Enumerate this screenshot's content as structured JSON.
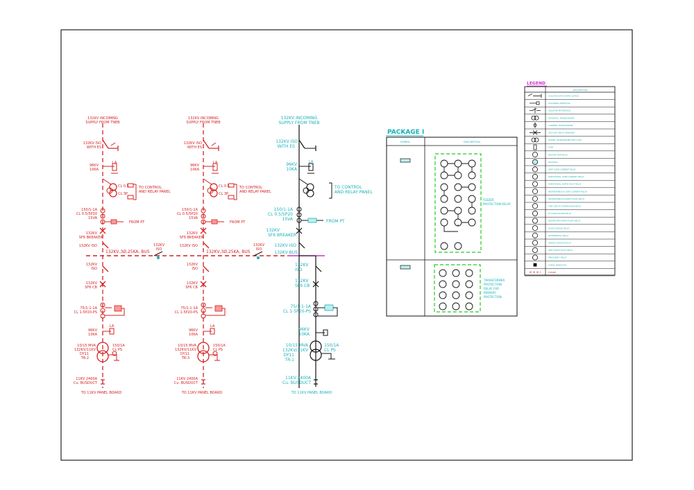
{
  "bays": [
    {
      "color": "#d42020",
      "incoming": [
        "132KV INCOMING",
        "SUPPLY FROM TNEB"
      ],
      "iso_es": [
        "132KV ISO",
        "WITH ES"
      ],
      "la": [
        "96KV",
        "10KA"
      ],
      "la_tag": "LA",
      "pt": [
        "CL 0.5",
        "CL 3P"
      ],
      "pt_to": [
        "TO CONTROL",
        "AND RELAY PANEL"
      ],
      "ct_in": [
        "150/1-1A",
        "CL 0.5/5P20",
        "15VA"
      ],
      "from_pt": "FROM PT",
      "breaker": [
        "132KV",
        "SF6 BREAKER"
      ],
      "iso1": "132KV ISO",
      "bus": "132KV,3Ø,25KA, BUS",
      "bus_iso": [
        "132KV",
        "ISO"
      ],
      "iso2": [
        "132KV",
        "ISO"
      ],
      "cb2": [
        "132KV",
        "SF6 CB"
      ],
      "ct_out": [
        "75/1-1-1A",
        "CL 1-5P20-PS"
      ],
      "la2": [
        "96KV",
        "10KA"
      ],
      "la2_tag": "LA",
      "tr": [
        "10/15 MVA",
        "132KV/11KV",
        "DY11",
        "TR-2"
      ],
      "ngr": [
        "150/1A",
        "CL PS"
      ],
      "busduct": [
        "11KV 2400A",
        "Cu. BUSDUCT"
      ],
      "to_panel": "TO 11KV PANEL BOARD"
    },
    {
      "color": "#d42020",
      "incoming": [
        "132KV INCOMING",
        "SUPPLY FROM TNEB"
      ],
      "iso_es": [
        "132KV ISO",
        "WITH ES"
      ],
      "la": [
        "96KV",
        "10KA"
      ],
      "la_tag": "LA",
      "pt": [
        "CL 0.5",
        "CL 3P"
      ],
      "pt_to": [
        "TO CONTROL",
        "AND RELAY PANEL"
      ],
      "ct_in": [
        "150/1-1A",
        "CL 0.5/5P20",
        "15VA"
      ],
      "from_pt": "FROM PT",
      "breaker": [
        "132KV",
        "SF6 BREAKER"
      ],
      "iso1": "132KV ISO",
      "bus": "132KV,3Ø,25KA, BUS",
      "bus_iso": [
        "132KV",
        "ISO"
      ],
      "iso2": [
        "132KV",
        "ISO"
      ],
      "cb2": [
        "132KV",
        "SF6 CB"
      ],
      "ct_out": [
        "75/1-1-1A",
        "CL 1-5P20-PS"
      ],
      "la2": [
        "96KV",
        "10KA"
      ],
      "la2_tag": "LA",
      "tr": [
        "10/15 MVA",
        "132KV/11KV",
        "DY11",
        "TR-3"
      ],
      "ngr": [
        "150/1A",
        "CL PS"
      ],
      "busduct": [
        "11KV 2400A",
        "Cu. BUSDUCT"
      ],
      "to_panel": "TO 11KV PANEL BOARD"
    },
    {
      "color": "#1ab0b8",
      "incoming": [
        "132KV INCOMING",
        "SUPPLY FROM TNEB"
      ],
      "iso_es": [
        "132KV ISO",
        "WITH ES"
      ],
      "la": [
        "96KV",
        "10KA"
      ],
      "la_tag": "LA",
      "pt": [
        "",
        ""
      ],
      "pt_to": [
        "TO CONTROL",
        "AND RELAY PANEL"
      ],
      "ct_in": [
        "150/1-1A",
        "CL 0.5/5P20",
        "15VA"
      ],
      "from_pt": "FROM PT",
      "breaker": [
        "132KV",
        "SF6 BREAKER"
      ],
      "iso1": "132KV ISO",
      "bus": "132KV BUS",
      "bus_iso": [
        "",
        ""
      ],
      "iso2": [
        "132KV",
        "ISO"
      ],
      "cb2": [
        "132KV",
        "SF6 CB"
      ],
      "ct_out": [
        "75/1-1-1A",
        "CL 1-5P20-PS"
      ],
      "la2": [
        "96KV",
        "10KA"
      ],
      "la2_tag": "",
      "tr": [
        "10/15 MVA",
        "132KV/11KV",
        "DY11",
        "TR-1"
      ],
      "ngr": [
        "150/1A",
        "CL PS"
      ],
      "busduct": [
        "11KV 2400A",
        "Cu. BUSDUCT"
      ],
      "to_panel": "TO 11KV PANEL BOARD"
    }
  ],
  "package": {
    "title": "PACKAGE I",
    "col_symbol": "SYMBOL",
    "col_description": "DESCRIPTION",
    "row1_desc": [
      "FEEDER",
      "PROTECTION RELAY"
    ],
    "row2_desc": [
      "TRANSFORMER",
      "PROTECTION",
      "RELAY FOR",
      "PRIMARY",
      "PROTECTION"
    ]
  },
  "legend": {
    "title": "LEGEND",
    "header": "DESCRIPTION",
    "items": [
      "ISOLATOR WITH EARTH SWITCH",
      "LIGHTNING ARRESTOR",
      "ISOLATOR MOTORISED",
      "POTENTIAL TRANSFORMER",
      "CURRENT TRANSFORMER",
      "VACUUM CIRCUIT BREAKER",
      "POWER TRANSFORMER WITH OLTC",
      "FUSE",
      "MASTER TRIP RELAY",
      "BUCHOLZ",
      "IDMT OVER CURRENT RELAY",
      "DIRECTIONAL OVER CURRENT RELAY",
      "DIRECTIONAL EARTH FAULT RELAY",
      "INSTANTANEOUS OVER CURRENT RELAY",
      "INSTANTANEOUS EARTH FAULT RELAY",
      "TRIP CIRCUIT SUPERVISION RELAY",
      "PT FUSE FAILURE RELAY",
      "RESTRICTED EARTH FAULT RELAY",
      "OVER VOLTAGE RELAY",
      "DIFFERENTIAL RELAY",
      "UNDER VOLTAGE RELAY",
      "UNIT EARTH FAULT RELAY",
      "FREQUENCY RELAY",
      "SURGE ARRESTOR",
      "FUTURE"
    ]
  }
}
